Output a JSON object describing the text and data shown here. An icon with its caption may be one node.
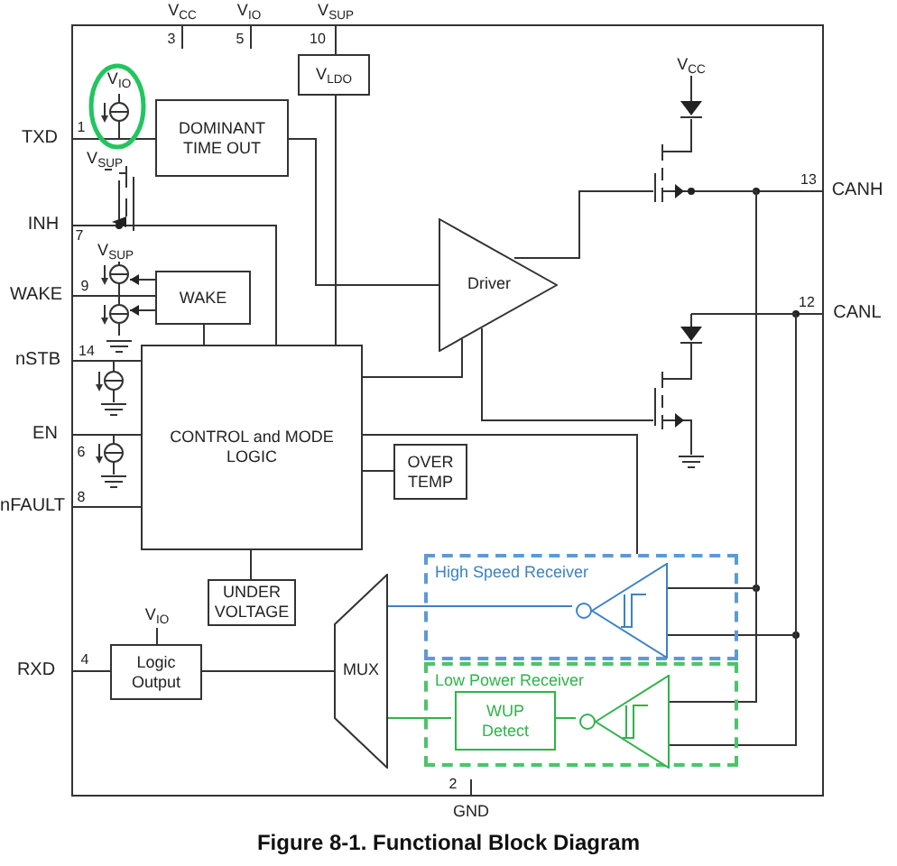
{
  "diagram": {
    "caption": "Figure 8-1. Functional Block Diagram",
    "nodes": [
      {
        "text": [
          "DOMINANT TIME OUT"
        ]
      },
      {
        "text": [
          "V$_{LDO}$"
        ]
      },
      {
        "text": [
          "WAKE"
        ]
      },
      {
        "text": [
          "CONTROL and MODE LOGIC"
        ]
      },
      {
        "text": [
          "OVER TEMP"
        ]
      },
      {
        "text": [
          "UNDER VOLTAGE"
        ]
      },
      {
        "text": [
          "Logic Output"
        ]
      },
      {
        "text": [
          "MUX"
        ]
      },
      {
        "text": [
          "Driver"
        ]
      },
      {
        "text": [
          "High Speed Receiver"
        ]
      },
      {
        "text": [],
        "shape": "triangle",
        "in": 9
      },
      {
        "text": [
          "Low Power Receiver"
        ]
      },
      {
        "text": [
          "WUP Detect"
        ],
        "in": 11
      },
      {
        "text": [],
        "shape": "triangle",
        "in": 11
      },
      {
        "text": [],
        "shape": "transistor"
      },
      {
        "text": [],
        "shape": "transistor"
      }
    ],
    "edges": [
      {
        "from": 0,
        "to": 8,
        "arrow": "none"
      },
      {
        "from": 3,
        "to": 8,
        "arrow": "none"
      },
      {
        "from": 2,
        "to": 3,
        "arrow": "none"
      },
      {
        "from": 1,
        "to": 3,
        "arrow": "none"
      },
      {
        "from": 3,
        "to": 4,
        "arrow": "none"
      },
      {
        "from": 3,
        "to": 5,
        "arrow": "none"
      },
      {
        "from": 6,
        "to": 7,
        "arrow": "none"
      },
      {
        "from": 7,
        "to": 10,
        "arrow": "none",
        "color": "#3b82c4"
      },
      {
        "from": 7,
        "to": 12,
        "arrow": "none",
        "color": "#2fb34a"
      },
      {
        "from": 12,
        "to": 13,
        "arrow": "none",
        "color": "#2fb34a"
      },
      {
        "from": 3,
        "to": 9,
        "arrow": "none"
      },
      {
        "from": 10,
        "to": 13,
        "arrow": "none"
      },
      {
        "from": 10,
        "to": 13,
        "arrow": "none"
      },
      {
        "from": 8,
        "to": 14,
        "arrow": "none"
      },
      {
        "from": 8,
        "to": 15,
        "arrow": "none"
      },
      {
        "from": 14,
        "to": 10,
        "arrow": "none"
      },
      {
        "from": 15,
        "to": 10,
        "arrow": "none"
      }
    ],
    "labels": [
      "V$_{CC}$",
      "V$_{IO}$",
      "V$_{SUP}$",
      "3",
      "5",
      "10",
      "V$_{IO}$",
      "V$_{CC}$",
      "TXD",
      "1",
      "V$_{SUP}$",
      "13",
      "CANH",
      "INH",
      "7",
      "V$_{SUP}$",
      "WAKE",
      "9",
      "12",
      "CANL",
      "nSTB",
      "14",
      "EN",
      "6",
      "nFAULT",
      "8",
      "V$_{IO}$",
      "RXD",
      "4",
      "2",
      "GND"
    ]
  }
}
